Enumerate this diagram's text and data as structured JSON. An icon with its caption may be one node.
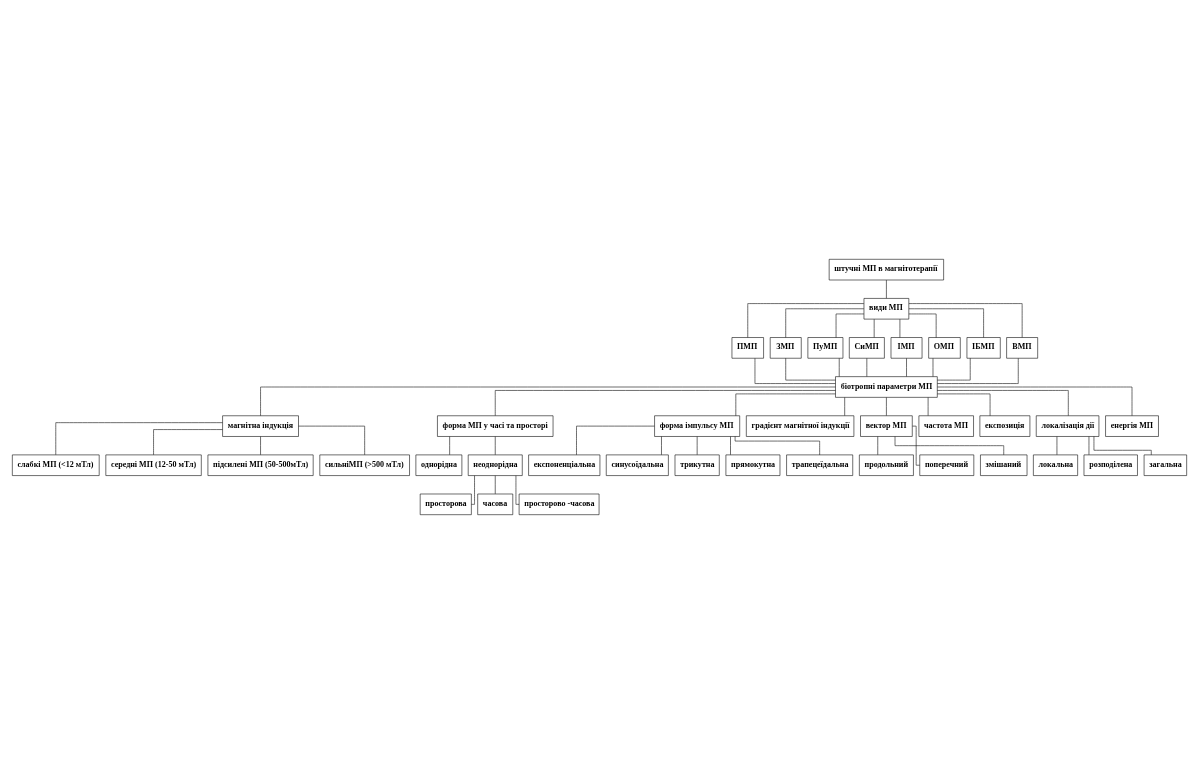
{
  "diagram": {
    "nodes": [
      {
        "text": [
          "штучні МП в магнітотерапії"
        ]
      },
      {
        "text": [
          "види МП"
        ]
      },
      {
        "text": [
          "ПМП"
        ]
      },
      {
        "text": [
          "ЗМП"
        ]
      },
      {
        "text": [
          "ПуМП"
        ]
      },
      {
        "text": [
          "СиМП"
        ]
      },
      {
        "text": [
          "ІМП"
        ]
      },
      {
        "text": [
          "ОМП"
        ]
      },
      {
        "text": [
          "ІБМП"
        ]
      },
      {
        "text": [
          "ВМП"
        ]
      },
      {
        "text": [
          "біотропні параметри МП"
        ]
      },
      {
        "text": [
          "магнітна індукція"
        ]
      },
      {
        "text": [
          "форма МП у часі та просторі"
        ]
      },
      {
        "text": [
          "форма імпульсу МП"
        ]
      },
      {
        "text": [
          "градієнт магнітної індукції"
        ]
      },
      {
        "text": [
          "вектор МП"
        ]
      },
      {
        "text": [
          "частота МП"
        ]
      },
      {
        "text": [
          "експозиція"
        ]
      },
      {
        "text": [
          "локалізація дії"
        ]
      },
      {
        "text": [
          "енергія МП"
        ]
      },
      {
        "text": [
          "слабкі МП (<12 мТл)"
        ]
      },
      {
        "text": [
          "середні МП (12-50 мТл)"
        ]
      },
      {
        "text": [
          "підсилені МП (50-500мТл)"
        ]
      },
      {
        "text": [
          "сильніМП (>500 мТл)"
        ]
      },
      {
        "text": [
          "однорідна"
        ]
      },
      {
        "text": [
          "неоднорідна"
        ]
      },
      {
        "text": [
          "експоненціальна"
        ]
      },
      {
        "text": [
          "синусоїдальна"
        ]
      },
      {
        "text": [
          "трикутна"
        ]
      },
      {
        "text": [
          "прямокутна"
        ]
      },
      {
        "text": [
          "трапецеїдальна"
        ]
      },
      {
        "text": [
          "продольний"
        ]
      },
      {
        "text": [
          "поперечний"
        ]
      },
      {
        "text": [
          "змішаний"
        ]
      },
      {
        "text": [
          "локальна"
        ]
      },
      {
        "text": [
          "розподілена"
        ]
      },
      {
        "text": [
          "загальна"
        ]
      },
      {
        "text": [
          "просторова"
        ]
      },
      {
        "text": [
          "часова"
        ]
      },
      {
        "text": [
          "просторово -часова"
        ]
      }
    ],
    "edges": [
      {
        "from": 0,
        "to": 1,
        "arrow": "none"
      },
      {
        "from": 1,
        "to": 2,
        "arrow": "none"
      },
      {
        "from": 1,
        "to": 3,
        "arrow": "none"
      },
      {
        "from": 1,
        "to": 4,
        "arrow": "none"
      },
      {
        "from": 1,
        "to": 5,
        "arrow": "none"
      },
      {
        "from": 1,
        "to": 6,
        "arrow": "none"
      },
      {
        "from": 1,
        "to": 7,
        "arrow": "none"
      },
      {
        "from": 1,
        "to": 8,
        "arrow": "none"
      },
      {
        "from": 1,
        "to": 9,
        "arrow": "none"
      },
      {
        "from": 2,
        "to": 10,
        "arrow": "none"
      },
      {
        "from": 3,
        "to": 10,
        "arrow": "none"
      },
      {
        "from": 4,
        "to": 10,
        "arrow": "none"
      },
      {
        "from": 5,
        "to": 10,
        "arrow": "none"
      },
      {
        "from": 6,
        "to": 10,
        "arrow": "none"
      },
      {
        "from": 7,
        "to": 10,
        "arrow": "none"
      },
      {
        "from": 8,
        "to": 10,
        "arrow": "none"
      },
      {
        "from": 9,
        "to": 10,
        "arrow": "none"
      },
      {
        "from": 10,
        "to": 11,
        "arrow": "none"
      },
      {
        "from": 10,
        "to": 12,
        "arrow": "none"
      },
      {
        "from": 10,
        "to": 13,
        "arrow": "none"
      },
      {
        "from": 10,
        "to": 14,
        "arrow": "none"
      },
      {
        "from": 10,
        "to": 15,
        "arrow": "none"
      },
      {
        "from": 10,
        "to": 16,
        "arrow": "none"
      },
      {
        "from": 10,
        "to": 17,
        "arrow": "none"
      },
      {
        "from": 10,
        "to": 18,
        "arrow": "none"
      },
      {
        "from": 10,
        "to": 19,
        "arrow": "none"
      },
      {
        "from": 11,
        "to": 20,
        "arrow": "none"
      },
      {
        "from": 11,
        "to": 21,
        "arrow": "none"
      },
      {
        "from": 11,
        "to": 22,
        "arrow": "none"
      },
      {
        "from": 11,
        "to": 23,
        "arrow": "none"
      },
      {
        "from": 12,
        "to": 24,
        "arrow": "none"
      },
      {
        "from": 12,
        "to": 25,
        "arrow": "none"
      },
      {
        "from": 13,
        "to": 26,
        "arrow": "none"
      },
      {
        "from": 13,
        "to": 27,
        "arrow": "none"
      },
      {
        "from": 13,
        "to": 28,
        "arrow": "none"
      },
      {
        "from": 13,
        "to": 29,
        "arrow": "none"
      },
      {
        "from": 13,
        "to": 30,
        "arrow": "none"
      },
      {
        "from": 15,
        "to": 31,
        "arrow": "none"
      },
      {
        "from": 15,
        "to": 32,
        "arrow": "none"
      },
      {
        "from": 15,
        "to": 33,
        "arrow": "none"
      },
      {
        "from": 18,
        "to": 34,
        "arrow": "none"
      },
      {
        "from": 18,
        "to": 35,
        "arrow": "none"
      },
      {
        "from": 18,
        "to": 36,
        "arrow": "none"
      },
      {
        "from": 25,
        "to": 37,
        "arrow": "none"
      },
      {
        "from": 25,
        "to": 38,
        "arrow": "none"
      },
      {
        "from": 25,
        "to": 39,
        "arrow": "none"
      }
    ]
  }
}
